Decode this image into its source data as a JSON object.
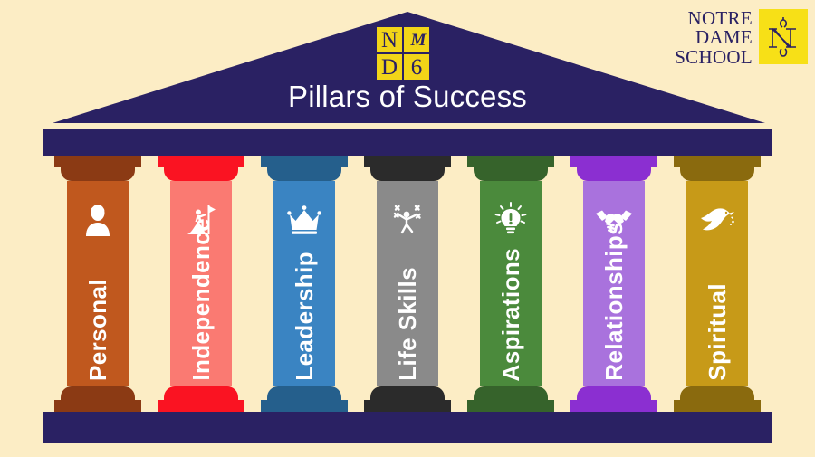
{
  "poster": {
    "title": "Pillars of Success",
    "background_color": "#fcedc5",
    "structure_color": "#2a2163"
  },
  "nd6_logo": {
    "name": "nd6-logo",
    "background_color": "#f2d518",
    "text_color": "#2a2163",
    "cells": [
      {
        "text": "N",
        "type": "letter"
      },
      {
        "text": "M",
        "type": "monogram"
      },
      {
        "text": "D",
        "type": "letter"
      },
      {
        "text": "6",
        "type": "letter"
      }
    ]
  },
  "school_logo": {
    "name": "notre-dame-school-logo",
    "lines": [
      "NOTRE",
      "DAME",
      "SCHOOL"
    ],
    "mark_background_color": "#f7e017",
    "mark_icon": "nd-monogram-icon",
    "text_color": "#2a2163"
  },
  "pillars": [
    {
      "label": "Personal",
      "icon": "person-icon",
      "shaft_color": "#c0581e",
      "cap_color": "#8b3a14",
      "label_color": "#ffffff"
    },
    {
      "label": "Independence",
      "icon": "flag-on-mountain-icon",
      "shaft_color": "#fa7a72",
      "cap_color": "#fa1322",
      "label_color": "#ffffff"
    },
    {
      "label": "Leadership",
      "icon": "crown-icon",
      "shaft_color": "#3a84c2",
      "cap_color": "#255f8c",
      "label_color": "#ffffff"
    },
    {
      "label": "Life Skills",
      "icon": "juggling-person-icon",
      "shaft_color": "#8a8a8a",
      "cap_color": "#2b2b2b",
      "label_color": "#ffffff"
    },
    {
      "label": "Aspirations",
      "icon": "lightbulb-icon",
      "shaft_color": "#4b8a3c",
      "cap_color": "#36632b",
      "label_color": "#ffffff"
    },
    {
      "label": "Relationships",
      "icon": "handshake-icon",
      "shaft_color": "#a972dd",
      "cap_color": "#8b2fd1",
      "label_color": "#ffffff"
    },
    {
      "label": "Spiritual",
      "icon": "dove-icon",
      "shaft_color": "#c79a18",
      "cap_color": "#8a6a0e",
      "label_color": "#ffffff"
    }
  ]
}
